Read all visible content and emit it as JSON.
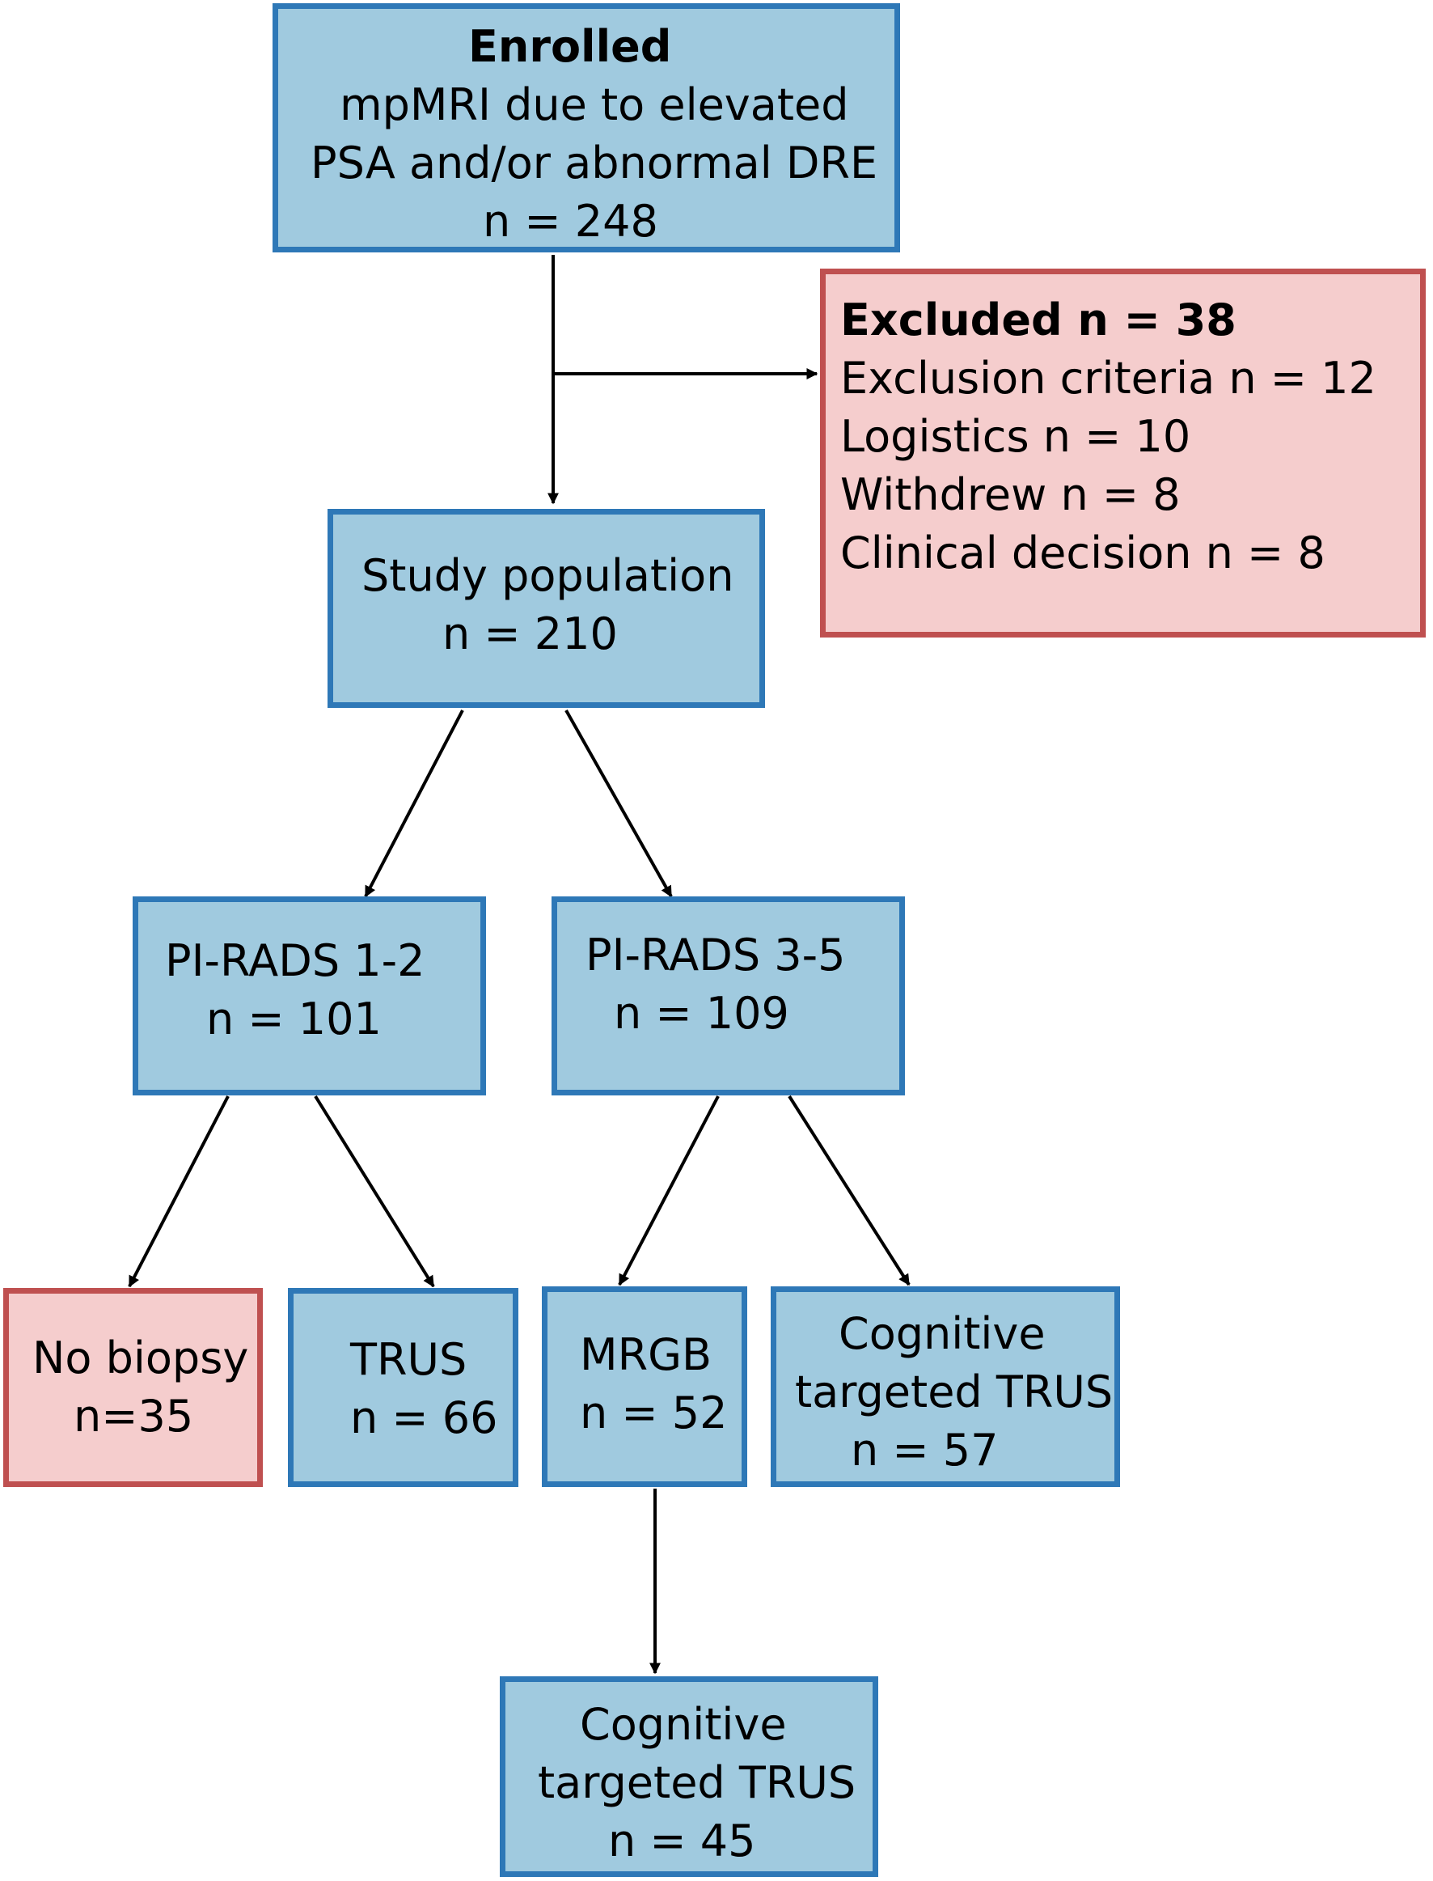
{
  "enrolled": {
    "title": "Enrolled",
    "line1": "mpMRI due to elevated",
    "line2": "PSA and/or abnormal DRE",
    "count": "n = 248"
  },
  "excluded": {
    "title": "Excluded n = 38",
    "items": [
      "Exclusion criteria n = 12",
      "Logistics n = 10",
      "Withdrew n = 8",
      "Clinical decision n = 8"
    ]
  },
  "study_population": {
    "label": "Study population",
    "count": "n = 210"
  },
  "pirads_low": {
    "label": "PI-RADS 1-2",
    "count": "n = 101"
  },
  "pirads_high": {
    "label": "PI-RADS 3-5",
    "count": "n = 109"
  },
  "no_biopsy": {
    "label": "No biopsy",
    "count": "n=35"
  },
  "trus": {
    "label": "TRUS",
    "count": "n = 66"
  },
  "mrgb": {
    "label": "MRGB",
    "count": "n = 52"
  },
  "cognitive_57": {
    "line1": "Cognitive",
    "line2": "targeted TRUS",
    "count": "n = 57"
  },
  "cognitive_45": {
    "line1": "Cognitive",
    "line2": "targeted TRUS",
    "count": "n = 45"
  },
  "colors": {
    "box_fill": "#a0cadf",
    "box_border": "#2e78b7",
    "excluded_fill": "#f5cdcd",
    "excluded_border": "#bf5050",
    "arrow": "#000000"
  }
}
